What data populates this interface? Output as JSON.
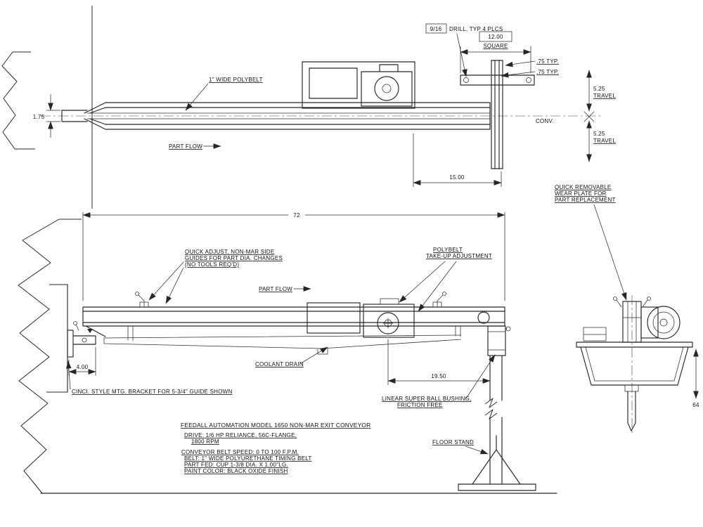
{
  "title_block": {
    "title": "FEEDALL AUTOMATION MODEL 1650 NON-MAR EXIT CONVEYOR",
    "lines": [
      "DRIVE: 1/6 HP RELIANCE, 56C-FLANGE,",
      "1800 RPM",
      "CONVEYOR BELT SPEED: 0 TO 100 F.P.M.",
      "BELT: 1\" WIDE POLYURETHANE TIMING BELT",
      "PART FED: CUP 1-3/8 DIA. X 1.00\"LG.",
      "PAINT COLOR: BLACK OXIDE FINISH"
    ]
  },
  "top_view": {
    "drill_note_fraction": "9/16",
    "drill_note_rest": "DRILL, TYP 4 PLCS",
    "dim_square_value": "12.00",
    "dim_square_label": "SQUARE",
    "dim_thk_1": ".75 TYP.",
    "dim_thk_2": ".75 TYP.",
    "travel_top_value": "5.25",
    "travel_top_label": "TRAVEL",
    "travel_bottom_value": "5.25",
    "travel_bottom_label": "TRAVEL",
    "dim_nose": "1.75",
    "belt_note": "1\" WIDE POLYBELT",
    "part_flow": "PART FLOW",
    "dim_drive_to_plate": "15.00",
    "centerline_label": "CONV."
  },
  "side_view": {
    "dim_overall": "72",
    "guide_note": [
      "QUICK ADJUST, NON-MAR SIDE",
      "GUIDES FOR PART DIA. CHANGES",
      "(NO TOOLS REQ'D)"
    ],
    "part_flow": "PART FLOW",
    "takeup_note": [
      "POLYBELT",
      "TAKE-UP ADJUSTMENT"
    ],
    "coolant_note": "COOLANT DRAIN",
    "dim_bracket": "4.00",
    "dim_drive_to_stand": "19.50",
    "bracket_note": "CINCI. STYLE MTG. BRACKET FOR 5-3/4\" GUIDE SHOWN",
    "bushing_note": [
      "LINEAR SUPER BALL BUSHING,",
      "FRICTION FREE"
    ],
    "floor_stand_label": "FLOOR STAND"
  },
  "end_view": {
    "wear_plate_note": [
      "QUICK REMOVABLE",
      "WEAR PLATE FOR",
      "PART REPLACEMENT"
    ],
    "dim_height": "64"
  }
}
